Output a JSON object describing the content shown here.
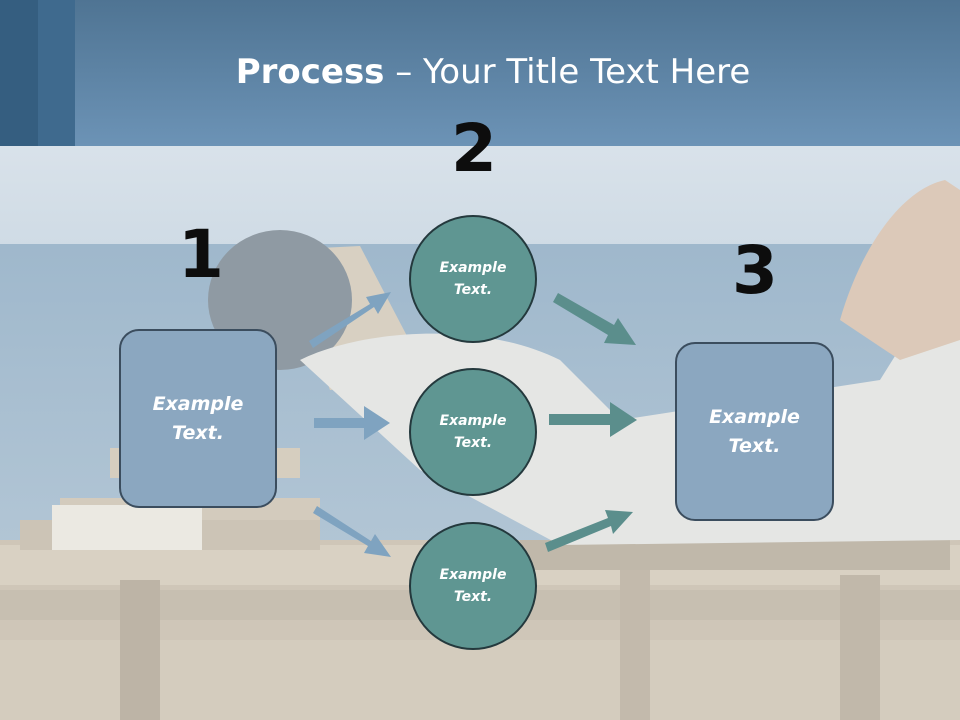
{
  "title": {
    "bold": "Process",
    "rest": " – Your Title Text Here"
  },
  "steps": [
    {
      "number": "1",
      "label": "Example\nText."
    },
    {
      "number": "2",
      "nodes": [
        {
          "label": "Example\nText."
        },
        {
          "label": "Example\nText."
        },
        {
          "label": "Example\nText."
        }
      ]
    },
    {
      "number": "3",
      "label": "Example\nText."
    }
  ],
  "colors": {
    "header": "#6c93b6",
    "box_fill": "#8ba7c0",
    "circle_fill": "#5f9692",
    "arrow_left": "#7fa3c0",
    "arrow_right": "#5b8e8c"
  }
}
